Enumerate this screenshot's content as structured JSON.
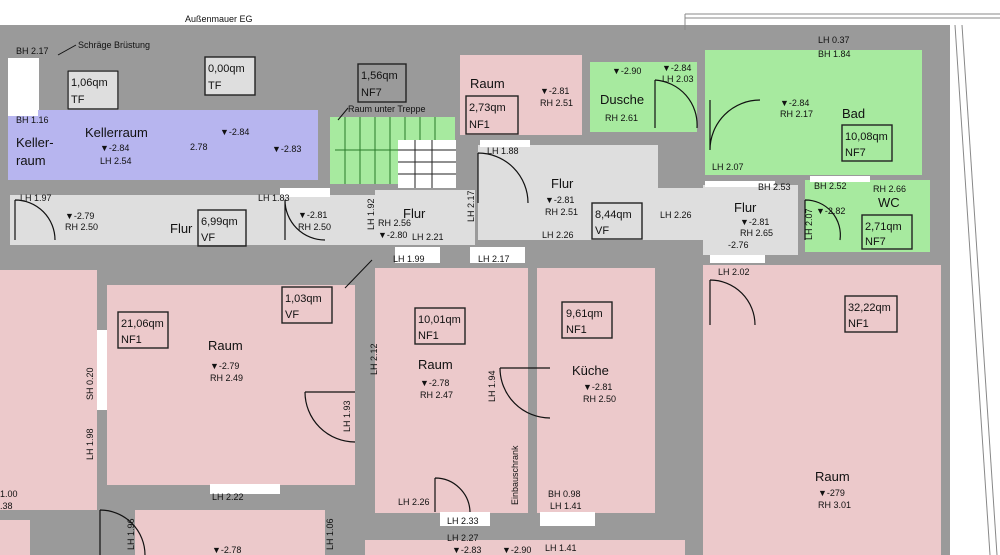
{
  "labels": {
    "aussenmauer": "Außenmauer EG",
    "schraege": "Schräge Brüstung",
    "treppe": "Raum unter Treppe",
    "bh_217": "BH 2.17",
    "bh_116": "BH 1.16",
    "keller": "Keller-",
    "keller2": "raum",
    "lh_037": "LH 0.37",
    "bh_184": "BH 1.84"
  },
  "rooms": {
    "tf1": {
      "area": "1,06qm",
      "use": "TF"
    },
    "tf2": {
      "area": "0,00qm",
      "use": "TF"
    },
    "nf7a": {
      "area": "1,56qm",
      "use": "NF7"
    },
    "raum_top": {
      "name": "Raum",
      "area": "2,73qm",
      "use": "NF1",
      "h": "▼-2.81",
      "rh": "RH 2.51"
    },
    "dusche": {
      "name": "Dusche",
      "h": "▼-2.90",
      "rh": "RH 2.61",
      "h2": "▼-2.84",
      "lh": "LH 2.03"
    },
    "bad": {
      "name": "Bad",
      "area": "10,08qm",
      "use": "NF7",
      "h": "▼-2.84",
      "rh": "RH 2.17",
      "lh": "LH 2.07"
    },
    "kellerraum": {
      "name": "Kellerraum",
      "h": "▼-2.84",
      "lh": "LH 2.54",
      "h2": "▼-2.84",
      "h3": "▼-2.83",
      "dim": "2.78"
    },
    "flur_left": {
      "name": "Flur",
      "area": "6,99qm",
      "use": "VF",
      "h": "▼-2.79",
      "rh": "RH 2.50",
      "lh": "LH 1.97"
    },
    "flur_stair": {
      "name": "Flur",
      "h": "▼-2.80",
      "rh": "RH 2.56",
      "lh": "LH 2.21",
      "lh2": "LH 1.92",
      "lh3": "LH 1.83",
      "h2": "▼-2.81",
      "rh2": "RH 2.50"
    },
    "flur_mid": {
      "name": "Flur",
      "area": "8,44qm",
      "use": "VF",
      "h": "▼-2.81",
      "rh": "RH 2.51",
      "lh": "LH 1.88",
      "lh2": "LH 2.26",
      "lh3": "LH 2.17"
    },
    "flur_right": {
      "name": "Flur",
      "h": "▼-2.81",
      "rh": "RH 2.65",
      "h2": "-2.76",
      "lh": "LH 2.26",
      "bh": "BH 2.53"
    },
    "wc": {
      "name": "WC",
      "area": "2,71qm",
      "use": "NF7",
      "h": "▼-2.82",
      "rh": "RH 2.66",
      "bh": "BH 2.52",
      "lh": "LH 2.07"
    },
    "raum_a": {
      "name": "Raum",
      "area": "21,06qm",
      "use": "NF1",
      "h": "▼-2.79",
      "rh": "RH 2.49",
      "lh": "LH 2.22",
      "lh2": "LH 1.93",
      "lh3": "LH 1.98",
      "sh": "SH 0.20"
    },
    "vf_small": {
      "area": "1,03qm",
      "use": "VF"
    },
    "raum_b": {
      "name": "Raum",
      "area": "10,01qm",
      "use": "NF1",
      "h": "▼-2.78",
      "rh": "RH 2.47",
      "lh": "LH 2.26",
      "lh2": "LH 2.12",
      "lh3": "LH 1.99",
      "lh4": "LH 2.33",
      "lh5": "LH 2.27"
    },
    "kueche": {
      "name": "Küche",
      "area": "9,61qm",
      "use": "NF1",
      "h": "▼-2.81",
      "rh": "RH 2.50",
      "lh": "LH 2.17",
      "lh2": "LH 1.94",
      "bh": "BH 0.98",
      "lh3": "LH 1.41",
      "lh4": "LH 1.41",
      "einbau": "Einbauschrank"
    },
    "raum_big": {
      "name": "Raum",
      "area": "32,22qm",
      "use": "NF1",
      "h": "▼-279",
      "rh": "RH 3.01",
      "lh": "LH 2.02"
    }
  },
  "edge": {
    "left1": "1.00",
    "left2": ".38",
    "lh196": "LH 1.96",
    "lh106": "LH 1.06",
    "bottom_h1": "▼-2.78",
    "bottom_h2": "▼-2.83",
    "bottom_h3": "▼-2.90"
  }
}
